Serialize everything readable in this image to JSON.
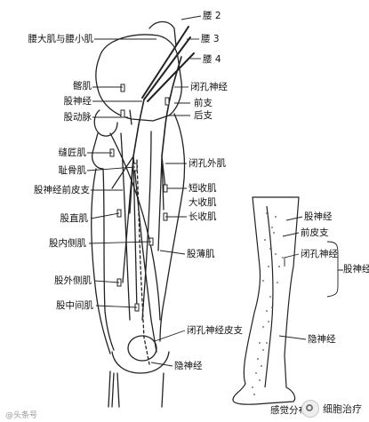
{
  "labels": {
    "lumbar_2": "腰 2",
    "lumbar_3": "腰 3",
    "lumbar_4": "腰 4",
    "psoas_major_minor": "腰大肌与腰小肌",
    "iliacus": "髂肌",
    "femoral_nerve": "股神经",
    "femoral_artery": "股动脉",
    "obturator_nerve": "闭孔神经",
    "anterior_branch": "前支",
    "posterior_branch": "后支",
    "sartorius": "缝匠肌",
    "pectineus": "耻骨肌",
    "anterior_femoral_cutaneous": "股神经前皮支",
    "obturator_externus": "闭孔外肌",
    "adductor_brevis": "短收肌",
    "adductor_magnus": "大收肌",
    "adductor_longus": "长收肌",
    "rectus_femoris": "股直肌",
    "vastus_medialis": "股内侧肌",
    "gracilis": "股薄肌",
    "vastus_lateralis": "股外侧肌",
    "vastus_intermedius": "股中间肌",
    "obturator_cutaneous": "闭孔神经皮支",
    "saphenous_nerve": "隐神经"
  },
  "inset": {
    "femoral_nerve": "股神经",
    "anterior_cutaneous": "前皮支",
    "obturator_nerve": "闭孔神经",
    "femoral_nerve_bracket": "股神经",
    "saphenous_nerve": "隐神经",
    "sensory_distribution": "感觉分布"
  },
  "watermark": "@头条号",
  "brand": {
    "name": "细胞治疗"
  }
}
